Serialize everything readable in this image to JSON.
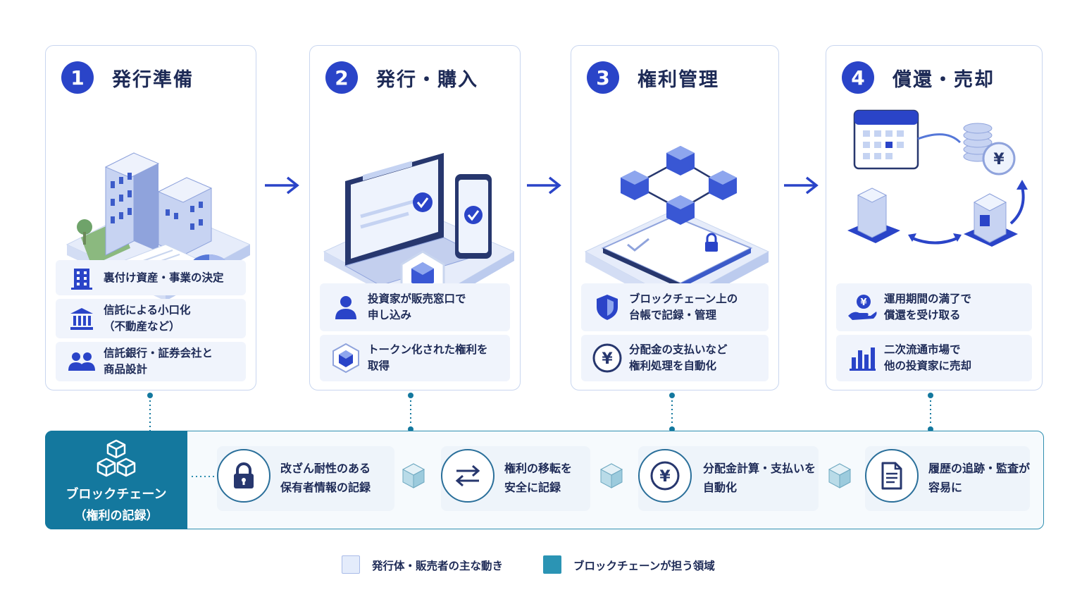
{
  "steps": [
    {
      "number": "1",
      "title": "発行準備",
      "illustration": "office-buildings-with-document-and-pie-chart",
      "items": [
        {
          "icon": "bank-building-icon",
          "text": "裏付け資産・事業の決定"
        },
        {
          "icon": "institution-icon",
          "text": "信託による小口化\n（不動産など）"
        },
        {
          "icon": "people-icon",
          "text": "信託銀行・証券会社と\n商品設計"
        }
      ]
    },
    {
      "number": "2",
      "title": "発行・購入",
      "illustration": "laptop-and-smartphone-with-checkmarks-and-token-cube",
      "items": [
        {
          "icon": "person-icon",
          "text": "投資家が販売窓口で\n申し込み"
        },
        {
          "icon": "token-cube-icon",
          "text": "トークン化された権利を\n取得"
        }
      ]
    },
    {
      "number": "3",
      "title": "権利管理",
      "illustration": "linked-blocks-over-locked-ledger",
      "items": [
        {
          "icon": "shield-icon",
          "text": "ブロックチェーン上の\n台帳で記録・管理"
        },
        {
          "icon": "yen-coin-icon",
          "text": "分配金の支払いなど\n権利処理を自動化"
        }
      ]
    },
    {
      "number": "4",
      "title": "償還・売却",
      "illustration": "calendar-coins-and-buildings-exchange",
      "items": [
        {
          "icon": "yen-hand-icon",
          "text": "運用期間の満了で\n償還を受け取る"
        },
        {
          "icon": "bar-chart-icon",
          "text": "二次流通市場で\n他の投資家に売却"
        }
      ]
    }
  ],
  "blockchain": {
    "label_line1": "ブロックチェーン",
    "label_line2": "（権利の記録）",
    "icon": "blocks-stack-icon",
    "features": [
      {
        "icon": "lock-icon",
        "text": "改ざん耐性のある\n保有者情報の記録"
      },
      {
        "icon": "transfer-arrows-icon",
        "text": "権利の移転を\n安全に記録"
      },
      {
        "icon": "yen-icon",
        "text": "分配金計算・支払いを\n自動化"
      },
      {
        "icon": "document-icon",
        "text": "履歴の追跡・監査が\n容易に"
      }
    ]
  },
  "legend": [
    {
      "label": "発行体・販売者の主な動き",
      "color": "#e4ecfb"
    },
    {
      "label": "ブロックチェーンが担う領域",
      "color": "#2b94b4"
    }
  ],
  "colors": {
    "accent": "#2a44c8",
    "teal": "#14789e",
    "card_border": "#c9d6ef"
  }
}
